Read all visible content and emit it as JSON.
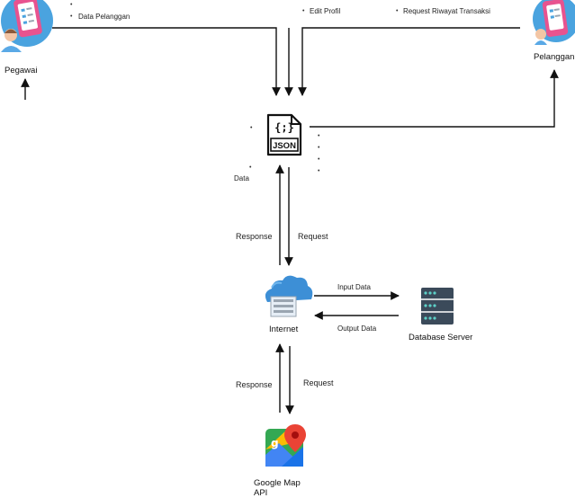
{
  "actors": {
    "pegawai": {
      "label": "Pegawai"
    },
    "pelanggan": {
      "label": "Pelanggan"
    }
  },
  "flows": {
    "top_left_item": "Data Pelanggan",
    "top_mid_item": "Edit Profil",
    "top_right_item": "Request Riwayat Transaksi",
    "json_left_note": "Data"
  },
  "nodes": {
    "json": {
      "label": "JSON"
    },
    "internet": {
      "label": "Internet"
    },
    "database": {
      "label": "Database Server"
    },
    "maps_line1": "Google Map",
    "maps_line2": "API"
  },
  "edges": {
    "json_internet_response": "Response",
    "json_internet_request": "Request",
    "internet_db_input": "Input Data",
    "db_internet_output": "Output Data",
    "internet_maps_response": "Response",
    "internet_maps_request": "Request"
  },
  "colors": {
    "line": "#111111",
    "cloud": "#3d8fd6",
    "cloud_light": "#6fb6ee",
    "server": "#3b4a5a",
    "server_light": "#5dd0c8",
    "phone_pink": "#e8538f",
    "avatar_blue": "#4aa3df"
  }
}
